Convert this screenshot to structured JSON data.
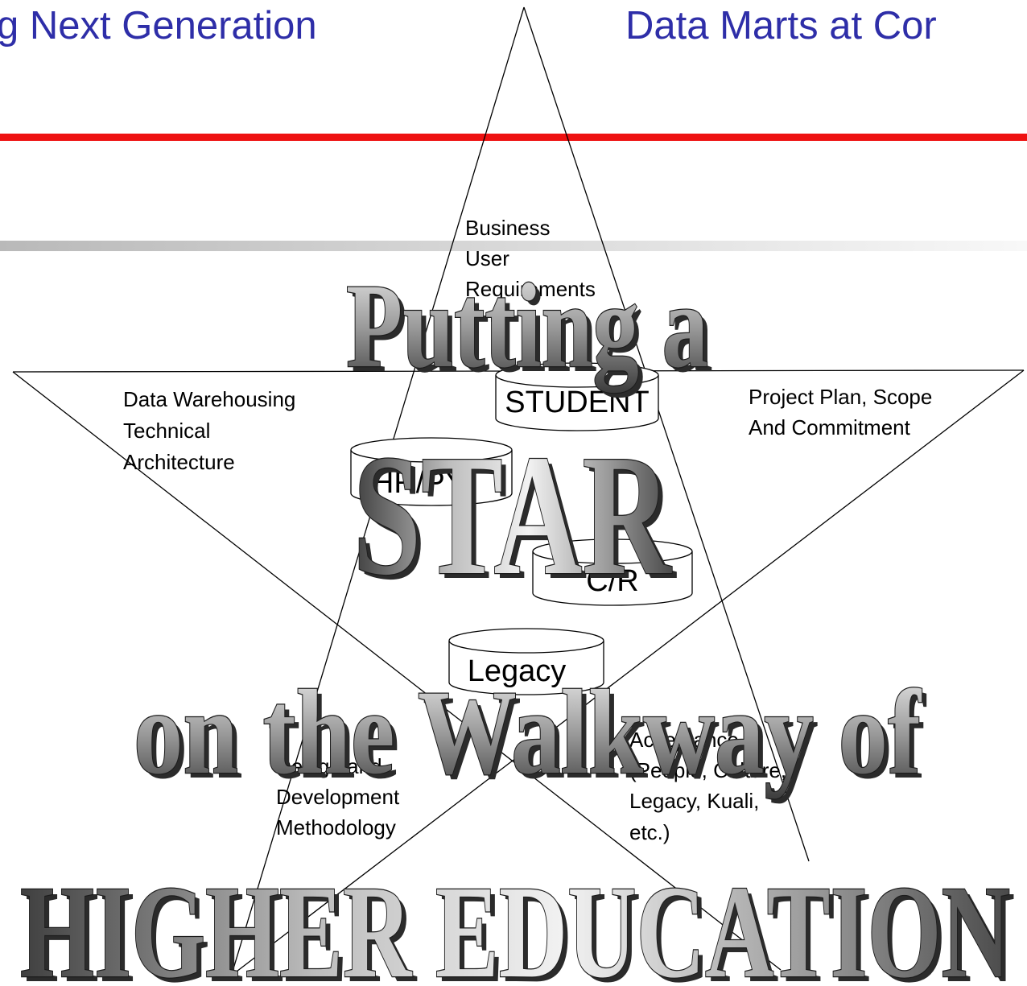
{
  "slide": {
    "title_left": "g Next Generation",
    "title_right": "Data Marts at Cor"
  },
  "star_labels": {
    "top": [
      "Business",
      "User",
      "Requirements"
    ],
    "left": [
      "Data Warehousing",
      "Technical",
      "Architecture"
    ],
    "right": [
      "Project Plan, Scope",
      "And Commitment"
    ],
    "bottom_left": [
      "Design and",
      "Development",
      "Methodology"
    ],
    "bottom_right": [
      "Acceptance",
      "(People, Culture,",
      "Legacy, Kuali,",
      "etc.)"
    ]
  },
  "databases": {
    "student": "STUDENT",
    "hrpy": "HR/PY",
    "cr": "C/R",
    "legacy": "Legacy"
  },
  "wordart": {
    "line1": "Putting a",
    "line2": "STAR",
    "line3": "on the Walkway of",
    "line4": "HIGHER EDUCATION"
  },
  "colors": {
    "title": "#2e2ea8",
    "red_rule": "#ee1111",
    "gray_rule": "#c9c9c9",
    "lines": "#000000"
  }
}
